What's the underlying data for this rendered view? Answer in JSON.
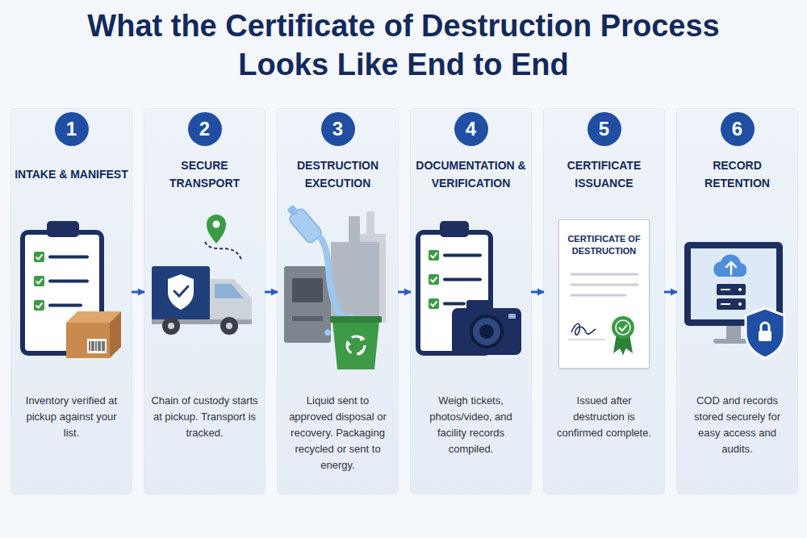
{
  "diagram": {
    "title": "What the Certificate of Destruction Process Looks Like End to End",
    "nodes": [
      {
        "text": [
          "INTAKE & MANIFEST",
          "Inventory verified at pickup against your list."
        ]
      },
      {
        "text": [
          "1"
        ],
        "in": 0
      },
      {
        "text": [
          "SECURE TRANSPORT",
          "Chain of custody starts at pickup. Transport is tracked."
        ]
      },
      {
        "text": [
          "2"
        ],
        "in": 2
      },
      {
        "text": [
          "DESTRUCTION EXECUTION",
          "Liquid sent to approved disposal or recovery. Packaging recycled or sent to energy."
        ]
      },
      {
        "text": [
          "3"
        ],
        "in": 4
      },
      {
        "text": [
          "DOCUMENTATION & VERIFICATION",
          "Weigh tickets, photos/video, and facility records compiled."
        ]
      },
      {
        "text": [
          "4"
        ],
        "in": 6
      },
      {
        "text": [
          "CERTIFICATE ISSUANCE",
          "Issued after destruction is confirmed complete."
        ]
      },
      {
        "text": [
          "5"
        ],
        "in": 8
      },
      {
        "text": [
          "CERTIFICATE OF DESTRUCTION"
        ],
        "in": 8
      },
      {
        "text": [
          "RECORD RETENTION",
          "COD and records stored securely for easy access and audits."
        ]
      },
      {
        "text": [
          "6"
        ],
        "in": 11
      }
    ],
    "edges": [
      {
        "from": 0,
        "to": 2,
        "arrow": "to"
      },
      {
        "from": 2,
        "to": 4,
        "arrow": "to"
      },
      {
        "from": 4,
        "to": 6,
        "arrow": "to"
      },
      {
        "from": 6,
        "to": 8,
        "arrow": "to"
      },
      {
        "from": 8,
        "to": 11,
        "arrow": "to"
      }
    ]
  }
}
